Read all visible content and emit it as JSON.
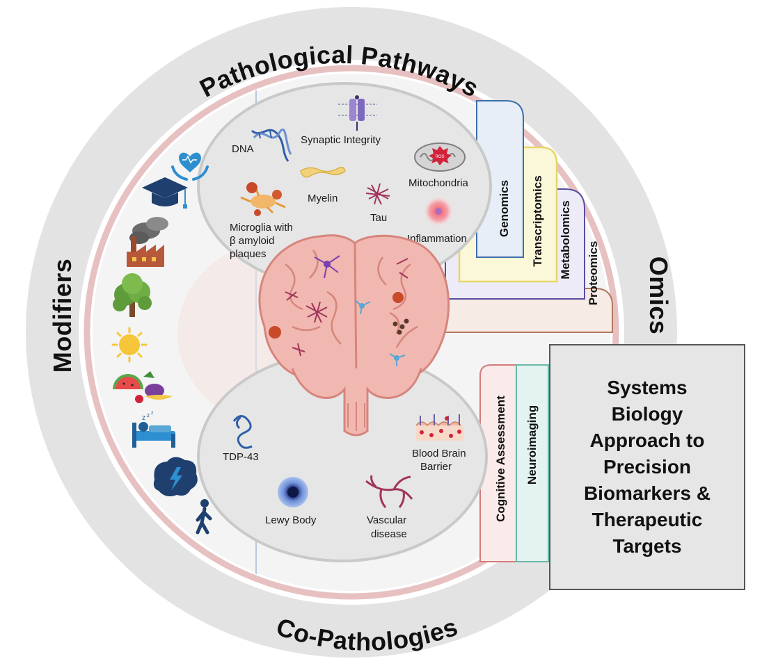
{
  "ring": {
    "pathological_pathways": "Pathological Pathways",
    "modifiers": "Modifiers",
    "omics": "Omics",
    "co_pathologies": "Co-Pathologies"
  },
  "pathways": {
    "dna": "DNA",
    "synaptic_integrity": "Synaptic Integrity",
    "mitochondria": "Mitochondria",
    "myelin": "Myelin",
    "tau": "Tau",
    "microglia_line1": "Microglia with",
    "microglia_line2": "β amyloid",
    "microglia_line3": "plaques",
    "inflammation": "Inflammation",
    "ros": "ROS"
  },
  "omics_layers": {
    "genomics": "Genomics",
    "transcriptomics": "Transcriptomics",
    "metabolomics": "Metabolomics",
    "proteomics": "Proteomics"
  },
  "assessments": {
    "cognitive": "Cognitive Assessment",
    "neuroimaging": "Neuroimaging"
  },
  "co_pathologies": {
    "tdp43": "TDP-43",
    "bbb_line1": "Blood Brain",
    "bbb_line2": "Barrier",
    "lewy_body": "Lewy Body",
    "vascular_line1": "Vascular",
    "vascular_line2": "disease"
  },
  "modifier_icons": [
    "heart-care-icon",
    "graduation-cap-icon",
    "factory-pollution-icon",
    "tree-icon",
    "sun-icon",
    "fruits-vegetables-icon",
    "sleep-bed-icon",
    "brain-stress-icon",
    "walking-person-icon"
  ],
  "center_box": {
    "line1": "Systems",
    "line2": "Biology",
    "line3": "Approach to",
    "line4": "Precision",
    "line5": "Biomarkers &",
    "line6": "Therapeutic",
    "line7": "Targets"
  },
  "colors": {
    "outer_ring": "#e3e3e3",
    "pink_ring": "#e7c1c1",
    "genomics": "#3d6ea8",
    "transcriptomics": "#e6d66a",
    "metabolomics": "#5a4d9e",
    "proteomics": "#b4785f",
    "cognitive": "#d47a7a",
    "neuroimaging": "#6ab8a8",
    "brain": "#f0b8b0"
  }
}
